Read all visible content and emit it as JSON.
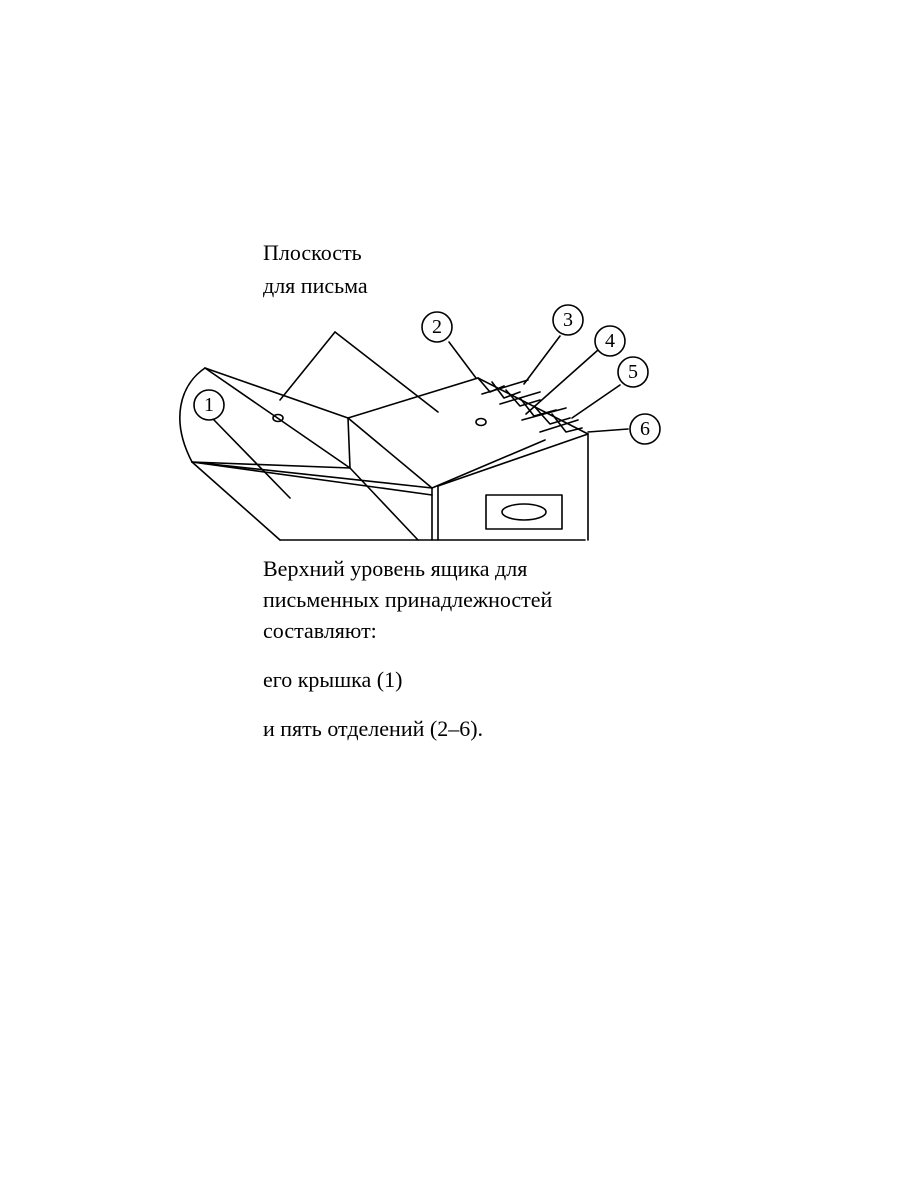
{
  "diagram": {
    "title_lines": [
      "Плоскость",
      "для письма"
    ],
    "callouts": [
      "1",
      "2",
      "3",
      "4",
      "5",
      "6"
    ]
  },
  "text": {
    "intro_lines": [
      "Верхний уровень ящика для",
      "письменных принадлежностей",
      "составляют:"
    ],
    "item1": "его крышка (1)",
    "item2": "и пять отделений (2–6)."
  },
  "colors": {
    "ink": "#000000",
    "paper": "#ffffff"
  }
}
